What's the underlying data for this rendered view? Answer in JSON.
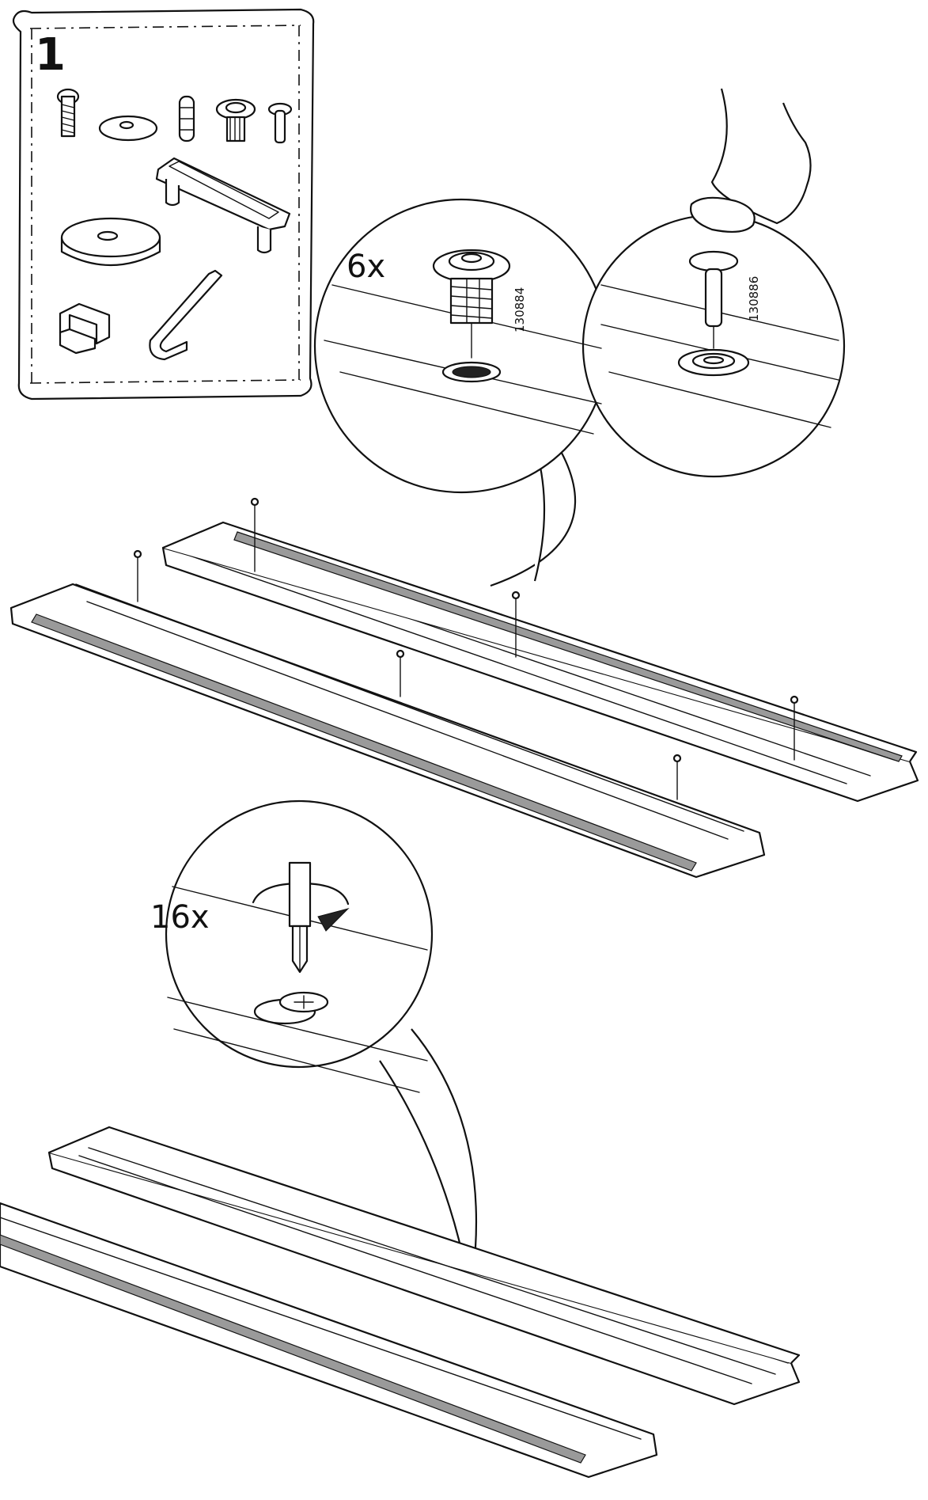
{
  "step": {
    "number": "1"
  },
  "callouts": {
    "top_quantity": "6x",
    "bottom_quantity": "16x"
  },
  "part_numbers": {
    "left": "130884",
    "right": "130886"
  },
  "icons": [
    "screw-icon",
    "washer-icon",
    "dowel-icon",
    "cam-nut-icon",
    "pin-icon",
    "handle-icon",
    "disc-icon",
    "bracket-icon",
    "allen-key-icon",
    "finger-icon",
    "screwdriver-icon",
    "rotate-arrow-icon"
  ]
}
